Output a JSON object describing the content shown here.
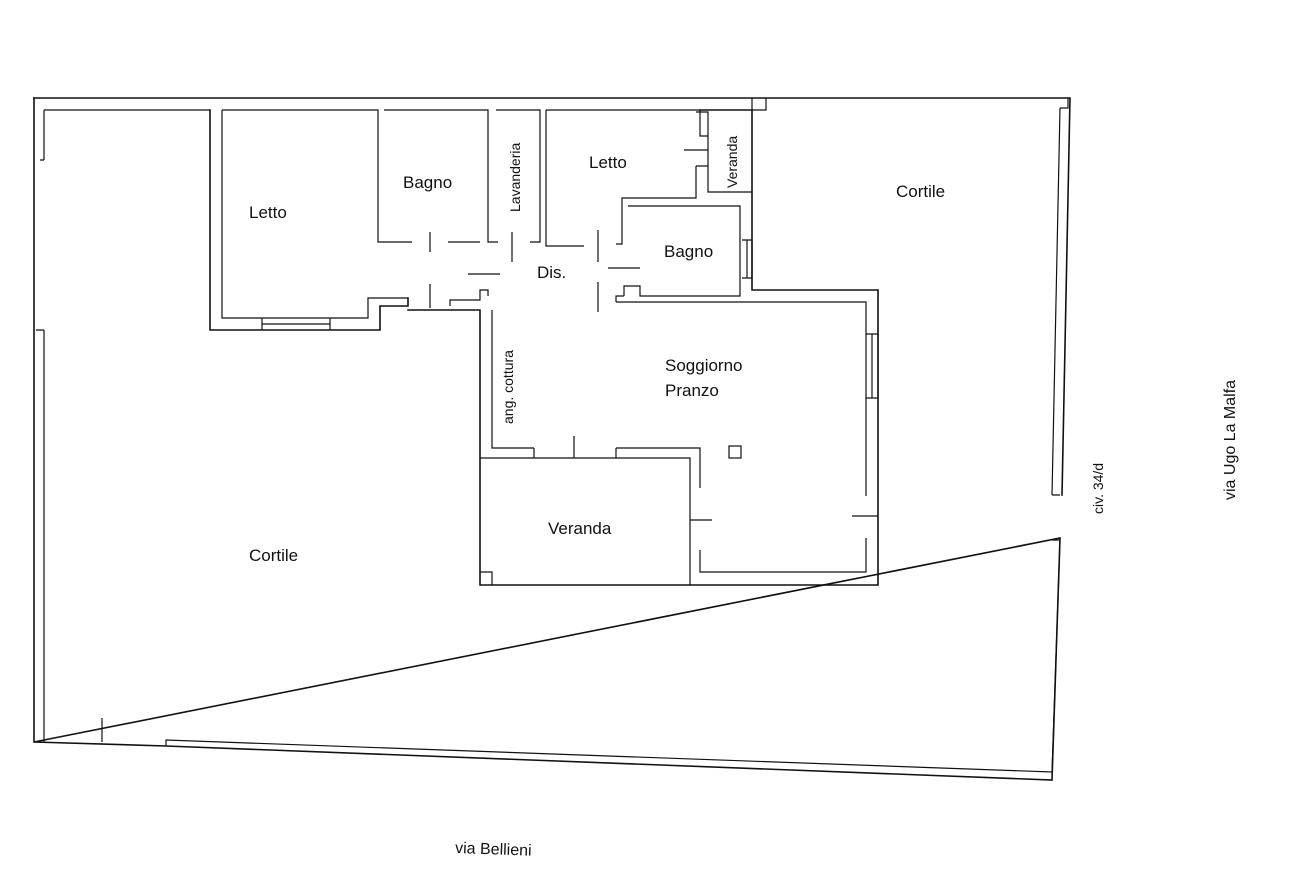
{
  "rooms": {
    "letto_left": "Letto",
    "bagno_top": "Bagno",
    "lavanderia": "Lavanderia",
    "letto_right": "Letto",
    "veranda_small": "Veranda",
    "cortile_right": "Cortile",
    "bagno_mid": "Bagno",
    "disimpegno": "Dis.",
    "angolo_cottura": "ang. cottura",
    "soggiorno_line1": "Soggiorno",
    "soggiorno_line2": "Pranzo",
    "veranda_large": "Veranda",
    "cortile_left": "Cortile"
  },
  "streets": {
    "right": "via Ugo La Malfa",
    "bottom": "via Bellieni",
    "civic_number": "civ. 34/d"
  }
}
